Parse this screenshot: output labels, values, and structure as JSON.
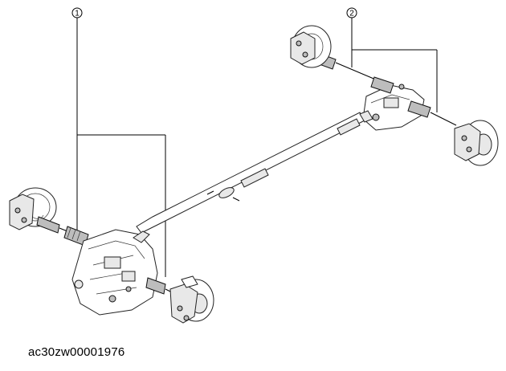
{
  "callouts": [
    {
      "label": "1"
    },
    {
      "label": "2"
    }
  ],
  "caption": "ac30zw00001976",
  "colors": {
    "line": "#000000",
    "background": "#ffffff",
    "shade": "#bdbdbd"
  },
  "parts": [
    "front-left-brake-assembly",
    "front-left-drive-shaft",
    "transaxle",
    "front-right-drive-shaft",
    "front-right-brake-assembly",
    "propeller-shaft",
    "rear-differential",
    "rear-left-drive-shaft",
    "rear-left-brake-assembly",
    "rear-right-drive-shaft",
    "rear-right-brake-assembly"
  ]
}
